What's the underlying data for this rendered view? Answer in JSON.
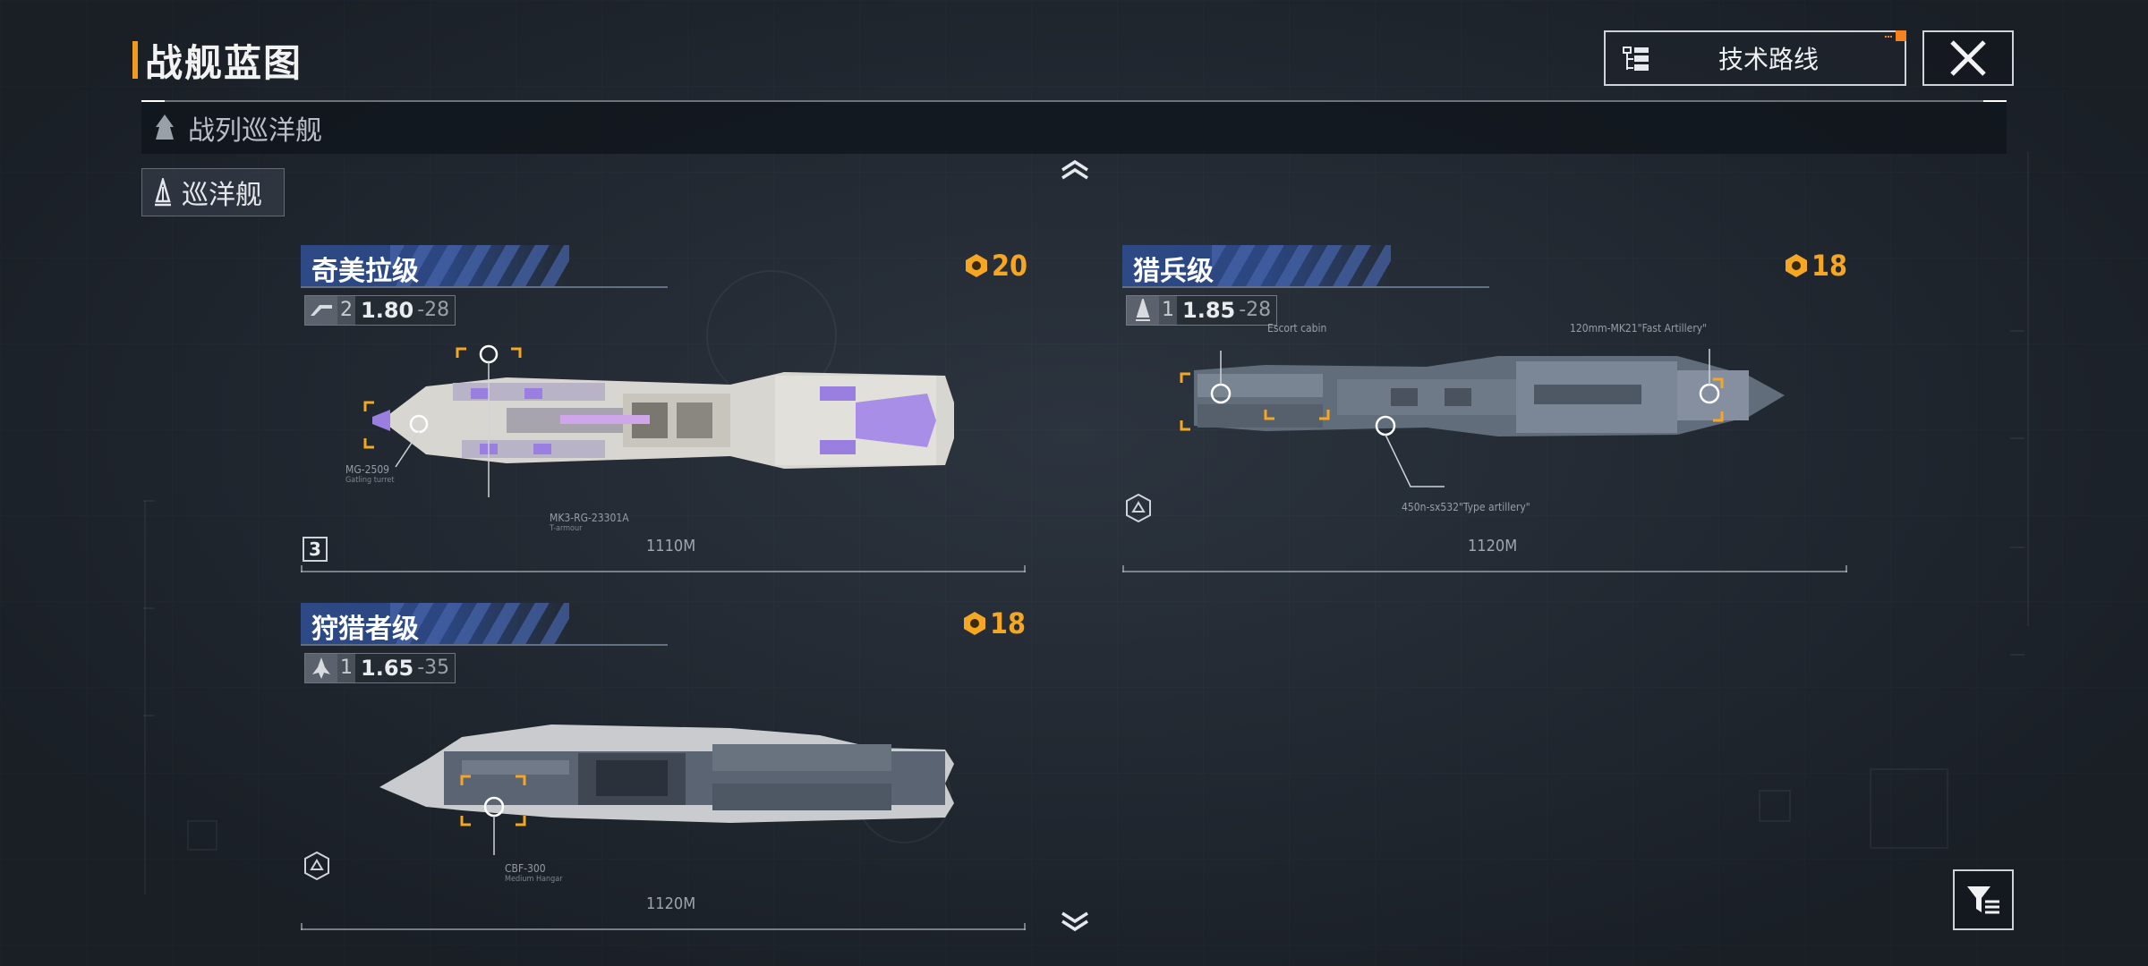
{
  "page": {
    "title": "战舰蓝图",
    "tech_route_label": "技术路线"
  },
  "category": {
    "active": "战列巡洋舰"
  },
  "subtab": {
    "label": "巡洋舰"
  },
  "ships": [
    {
      "name": "奇美拉级",
      "cost": "20",
      "tier": "2",
      "stat_main": "1.80",
      "stat_sub": "-28",
      "length": "1110M",
      "class_badge": "3",
      "callouts": [
        {
          "label": "MG-2509",
          "sub": "Gatling turret"
        },
        {
          "label": "MK3-RG-23301A",
          "sub": "T-armour"
        }
      ],
      "colors": {
        "hull": "#d8d6d0",
        "accent": "#9b7fe0"
      }
    },
    {
      "name": "猎兵级",
      "cost": "18",
      "tier": "1",
      "stat_main": "1.85",
      "stat_sub": "-28",
      "length": "1120M",
      "callouts": [
        {
          "label": "Escort cabin",
          "sub": ""
        },
        {
          "label": "120mm-MK21\"Fast Artillery\"",
          "sub": ""
        },
        {
          "label": "450n-sx532\"Type artillery\"",
          "sub": ""
        }
      ],
      "colors": {
        "hull": "#6a7584",
        "accent": "#f5a623"
      }
    },
    {
      "name": "狩猎者级",
      "cost": "18",
      "tier": "1",
      "stat_main": "1.65",
      "stat_sub": "-35",
      "length": "1120M",
      "callouts": [
        {
          "label": "CBF-300",
          "sub": "Medium Hangar"
        }
      ],
      "colors": {
        "hull": "#5a6472",
        "accent": "#f5a623"
      }
    }
  ],
  "colors": {
    "background": "#232a33",
    "accent_orange": "#f29a1f",
    "cost_gold": "#f5a623",
    "name_band_blue": "#2d4a86"
  },
  "icons": {
    "tech_route": "tree-list-icon",
    "close": "close-x-icon",
    "filter": "filter-funnel-icon",
    "scroll_up": "chevron-up-icon",
    "scroll_down": "chevron-down-icon"
  }
}
